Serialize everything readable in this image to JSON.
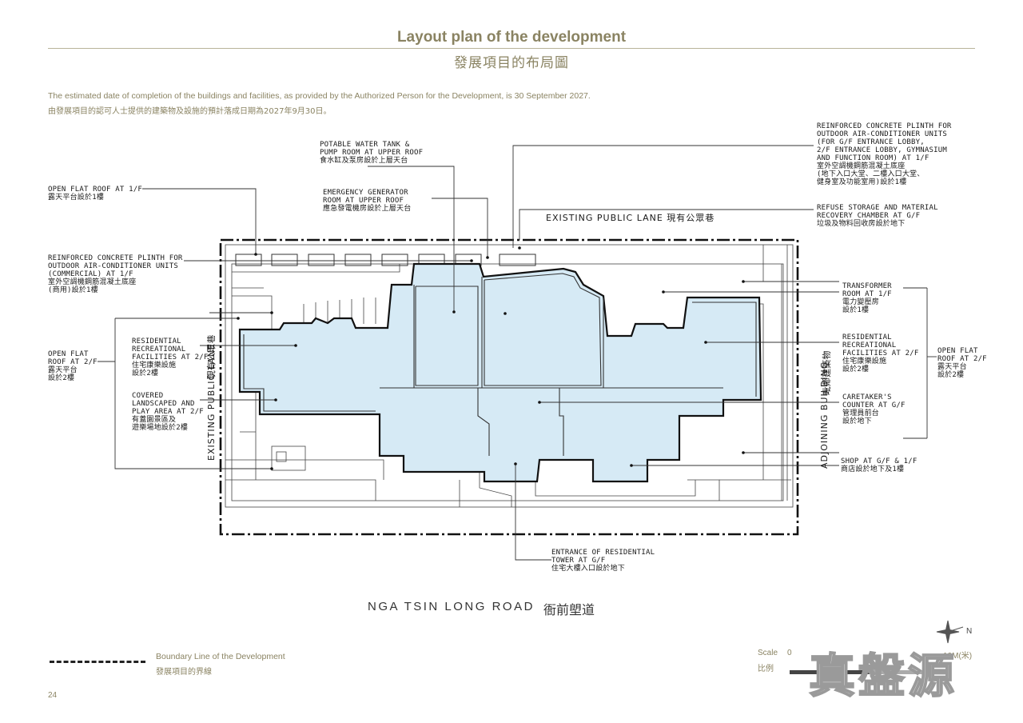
{
  "title": {
    "en": "Layout plan of the development",
    "zh": "發展項目的布局圖"
  },
  "completion_note": {
    "en": "The estimated date of completion of the buildings and facilities, as provided by the Authorized Person for the Development, is 30 September 2027.",
    "zh": "由發展項目的認可人士提供的建築物及設施的預計落成日期為2027年9月30日。"
  },
  "labels": {
    "open_flat_roof_1f": "OPEN FLAT ROOF AT 1/F\n露天平台設於1樓",
    "rc_plinth_commercial": "REINFORCED CONCRETE PLINTH FOR\nOUTDOOR AIR-CONDITIONER UNITS\n(COMMERCIAL) AT 1/F\n室外空調機鋼筋混凝土底座\n(商用)設於1樓",
    "open_flat_roof_2f_left": "OPEN FLAT\nROOF AT 2/F\n露天平台\n設於2樓",
    "residential_rec_left": "RESIDENTIAL\nRECREATIONAL\nFACILITIES AT 2/F\n住宅康樂設施\n設於2樓",
    "covered_landscaped": "COVERED\nLANDSCAPED AND\nPLAY AREA AT 2/F\n有蓋園景區及\n遊樂場地設於2樓",
    "potable_water": "POTABLE WATER TANK &\nPUMP ROOM AT UPPER ROOF\n食水缸及泵房設於上層天台",
    "emergency_generator": "EMERGENCY GENERATOR\nROOM AT UPPER ROOF\n應急發電機房設於上層天台",
    "rc_plinth_gf": "REINFORCED CONCRETE PLINTH FOR\nOUTDOOR AIR-CONDITIONER UNITS\n(FOR G/F ENTRANCE LOBBY,\n2/F ENTRANCE LOBBY, GYMNASIUM\nAND FUNCTION ROOM) AT 1/F\n室外空調機鋼筋混凝土底座\n(地下入口大堂、二樓入口大堂、\n健身室及功能室用)設於1樓",
    "refuse_storage": "REFUSE STORAGE AND MATERIAL\nRECOVERY CHAMBER AT G/F\n垃圾及物料回收房設於地下",
    "transformer": "TRANSFORMER\nROOM AT 1/F\n電力變壓房\n設於1樓",
    "residential_rec_right": "RESIDENTIAL\nRECREATIONAL\nFACILITIES AT 2/F\n住宅康樂設施\n設於2樓",
    "open_flat_roof_2f_right": "OPEN FLAT\nROOF AT 2/F\n露天平台\n設於2樓",
    "caretaker": "CARETAKER'S\nCOUNTER AT G/F\n管理員前台\n設於地下",
    "shop": "SHOP AT G/F & 1/F\n商店設於地下及1樓",
    "entrance": "ENTRANCE OF RESIDENTIAL\nTOWER AT G/F\n住宅大樓入口設於地下",
    "public_lane_top": "EXISTING PUBLIC LANE 現有公眾巷",
    "public_lane_left_en": "EXISTING PUBLIC LANE",
    "public_lane_left_zh": "現有公眾巷",
    "adjoining_en": "ADJOINING BUILDING",
    "adjoining_zh": "毗鄰建築物"
  },
  "road": {
    "en": "NGA TSIN LONG ROAD",
    "zh": "衙前塱道"
  },
  "legend": {
    "boundary_en": "Boundary Line of the Development",
    "boundary_zh": "發展項目的界線"
  },
  "scale": {
    "label_en": "Scale",
    "label_zh": "比例",
    "zero": "0",
    "ten": "10M(米)"
  },
  "north": "N",
  "page_number": "24",
  "watermark": "真盤源",
  "colors": {
    "accent": "#8a8362",
    "building_fill": "#d6eaf5",
    "line": "#222222"
  }
}
